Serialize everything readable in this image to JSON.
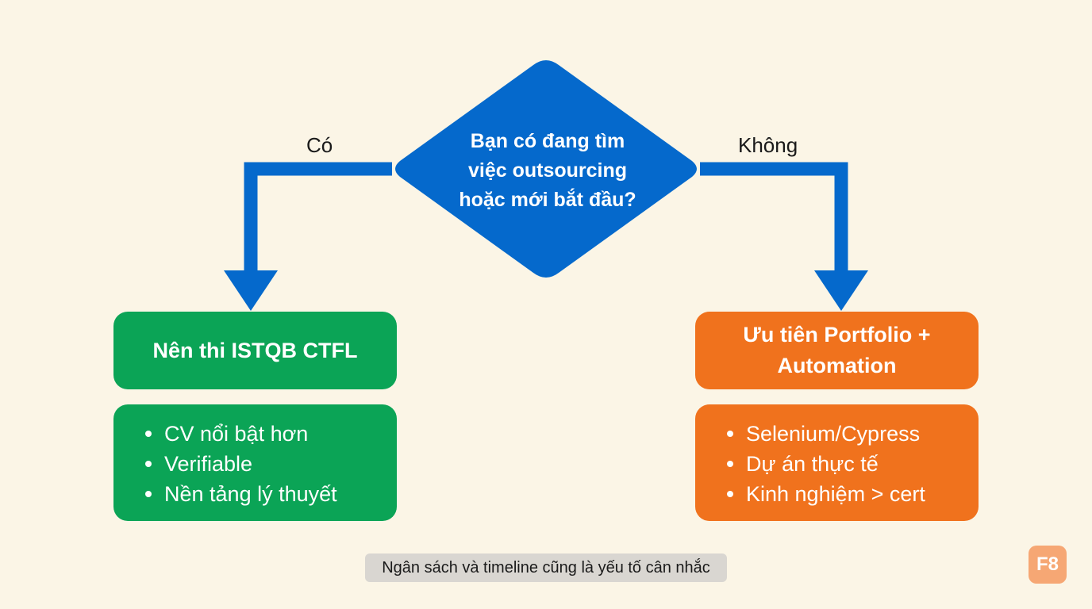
{
  "diagram": {
    "question": {
      "lines": [
        "Bạn có đang tìm",
        "việc outsourcing",
        "hoặc mới bắt đầu?"
      ]
    },
    "edges": {
      "yes_label": "Có",
      "no_label": "Không"
    },
    "yes_branch": {
      "title_lines": [
        "Nên thi ISTQB CTFL"
      ],
      "bullets": [
        "CV nổi bật hơn",
        "Verifiable",
        "Nền tảng lý thuyết"
      ]
    },
    "no_branch": {
      "title_lines": [
        "Ưu tiên Portfolio +",
        "Automation"
      ],
      "bullets": [
        "Selenium/Cypress",
        "Dự án thực tế",
        "Kinh nghiệm > cert"
      ]
    },
    "colors": {
      "background": "#fbf5e6",
      "decision": "#0569cc",
      "arrow": "#0569cc",
      "yes": "#0ba456",
      "no": "#f0721d"
    }
  },
  "caption": "Ngân sách và timeline cũng là yếu tố cân nhắc",
  "logo": "F8"
}
